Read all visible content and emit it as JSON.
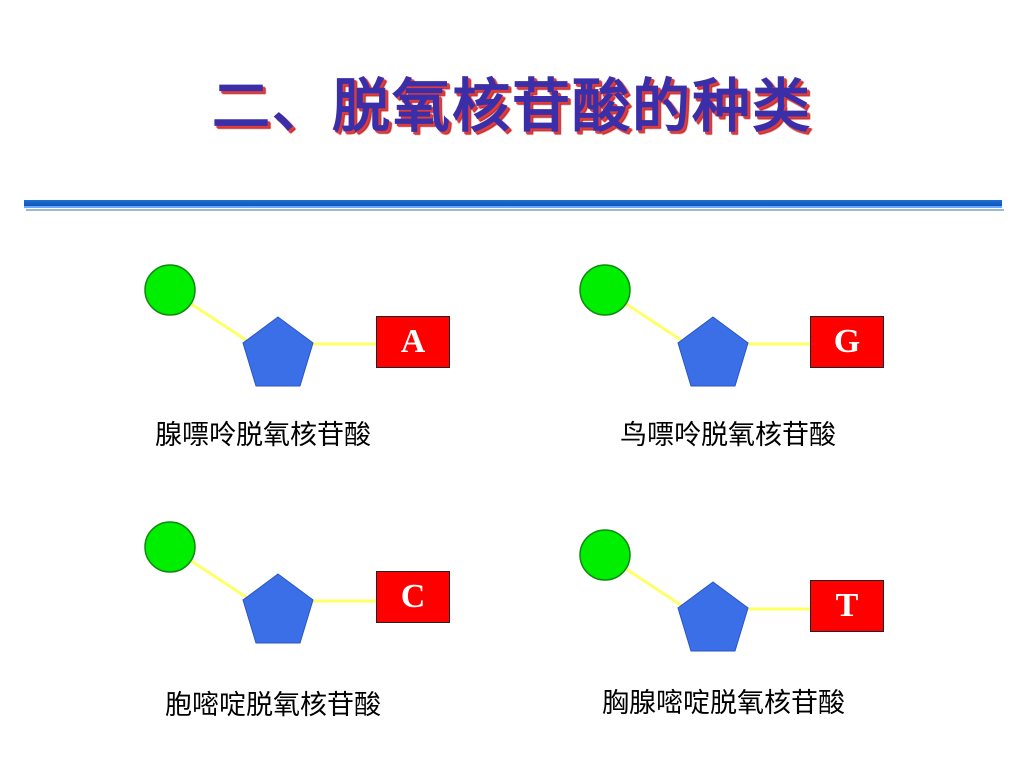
{
  "slide": {
    "title": "二、脱氧核苷酸的种类"
  },
  "colors": {
    "phosphate": "#00ee00",
    "sugar": "#3b6fe8",
    "base": "#ff0000",
    "bond": "#ffff66"
  },
  "nucleotides": [
    {
      "base_letter": "A",
      "name": "腺嘌呤脱氧核苷酸"
    },
    {
      "base_letter": "G",
      "name": "鸟嘌呤脱氧核苷酸"
    },
    {
      "base_letter": "C",
      "name": "胞嘧啶脱氧核苷酸"
    },
    {
      "base_letter": "T",
      "name": "胸腺嘧啶脱氧核苷酸"
    }
  ]
}
